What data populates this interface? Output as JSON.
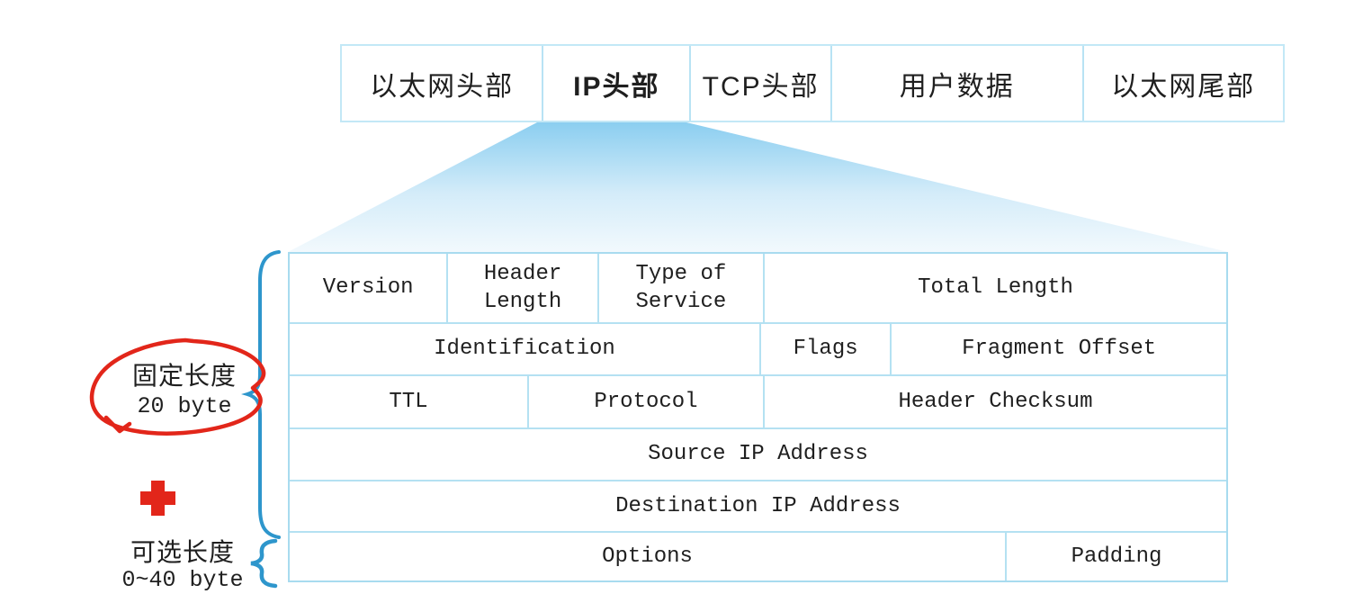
{
  "packet_bar": {
    "cells": [
      {
        "label": "以太网头部"
      },
      {
        "label": "IP头部"
      },
      {
        "label": "TCP头部"
      },
      {
        "label": "用户数据"
      },
      {
        "label": "以太网尾部"
      }
    ],
    "highlighted_cell": "IP头部"
  },
  "ip_header": {
    "rows": [
      {
        "cells": [
          {
            "label": "Version"
          },
          {
            "label": "Header Length"
          },
          {
            "label": "Type of Service"
          },
          {
            "label": "Total Length"
          }
        ]
      },
      {
        "cells": [
          {
            "label": "Identification"
          },
          {
            "label": "Flags"
          },
          {
            "label": "Fragment Offset"
          }
        ]
      },
      {
        "cells": [
          {
            "label": "TTL"
          },
          {
            "label": "Protocol"
          },
          {
            "label": "Header Checksum"
          }
        ]
      },
      {
        "cells": [
          {
            "label": "Source IP Address"
          }
        ]
      },
      {
        "cells": [
          {
            "label": "Destination IP Address"
          }
        ]
      },
      {
        "cells": [
          {
            "label": "Options"
          },
          {
            "label": "Padding"
          }
        ]
      }
    ]
  },
  "annotations": {
    "fixed_length": {
      "line1": "固定长度",
      "line2": "20 byte"
    },
    "optional_length": {
      "line1": "可选长度",
      "line2": "0~40 byte"
    }
  },
  "colors": {
    "table_border_blue": "#b4e1f2",
    "funnel_top_blue": "#8bcef0",
    "funnel_bottom_blue": "#f2f9fd",
    "brace_blue": "#2e96cc",
    "annotation_red": "#e2261a",
    "text": "#1f1f1f"
  }
}
